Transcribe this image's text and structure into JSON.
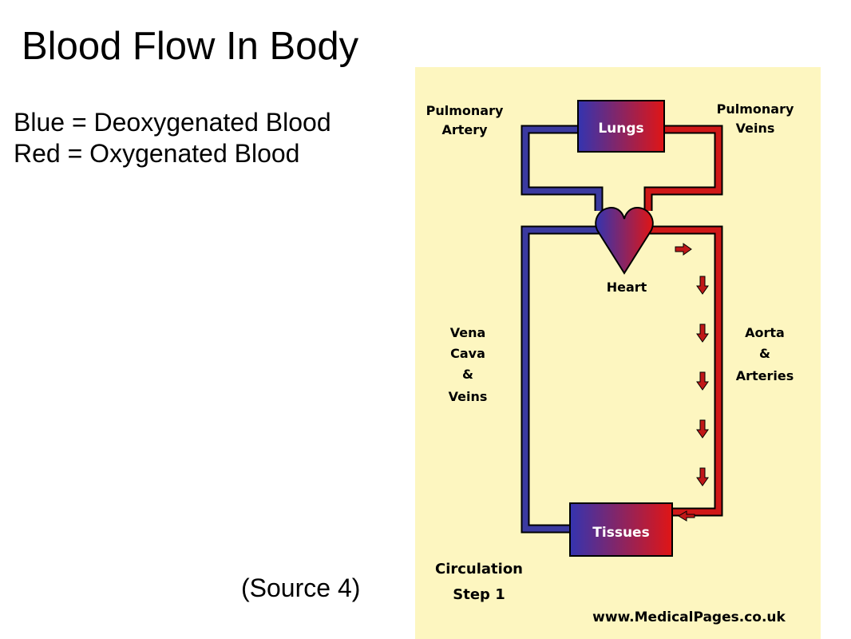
{
  "title": "Blood Flow In Body",
  "legend": {
    "line1": "Blue = Deoxygenated Blood",
    "line2": "Red = Oxygenated Blood"
  },
  "source": "(Source 4)",
  "diagram": {
    "labels": {
      "pulmonary_artery": [
        "Pulmonary",
        "Artery"
      ],
      "pulmonary_veins": [
        "Pulmonary",
        "Veins"
      ],
      "lungs": "Lungs",
      "heart": "Heart",
      "vena_cava": [
        "Vena",
        "Cava",
        "&",
        "Veins"
      ],
      "aorta": [
        "Aorta",
        "&",
        "Arteries"
      ],
      "tissues": "Tissues",
      "caption": [
        "Circulation",
        "Step 1"
      ],
      "website": "www.MedicalPages.co.uk"
    },
    "colors": {
      "background": "#fdf6c0",
      "deoxygenated": "#3b3aa0",
      "oxygenated": "#d01818",
      "outline": "#000000"
    }
  }
}
